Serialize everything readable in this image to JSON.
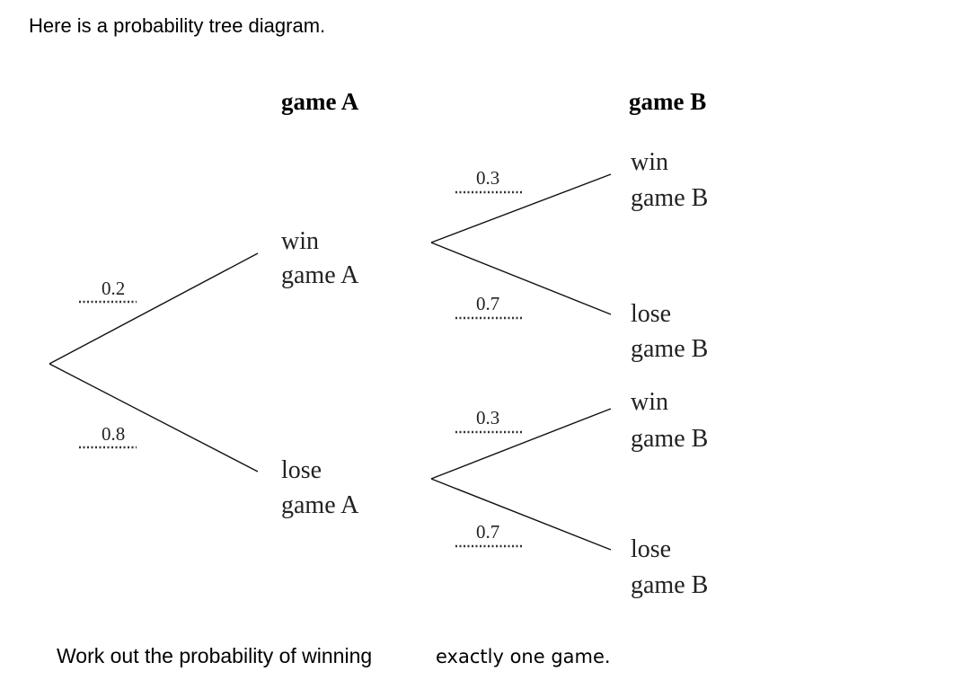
{
  "intro": "Here is a probability tree diagram.",
  "headers": {
    "game_a": "game A",
    "game_b": "game B"
  },
  "game_a_nodes": [
    {
      "line1": "win",
      "line2": "game A",
      "prob": "0.2"
    },
    {
      "line1": "lose",
      "line2": "game A",
      "prob": "0.8"
    }
  ],
  "game_b_nodes": [
    {
      "line1": "win",
      "line2": "game B",
      "prob": "0.3"
    },
    {
      "line1": "lose",
      "line2": "game B",
      "prob": "0.7"
    },
    {
      "line1": "win",
      "line2": "game B",
      "prob": "0.3"
    },
    {
      "line1": "lose",
      "line2": "game B",
      "prob": "0.7"
    }
  ],
  "question": {
    "part1": "Work out the probability of winning",
    "part2": "exactly one game."
  }
}
